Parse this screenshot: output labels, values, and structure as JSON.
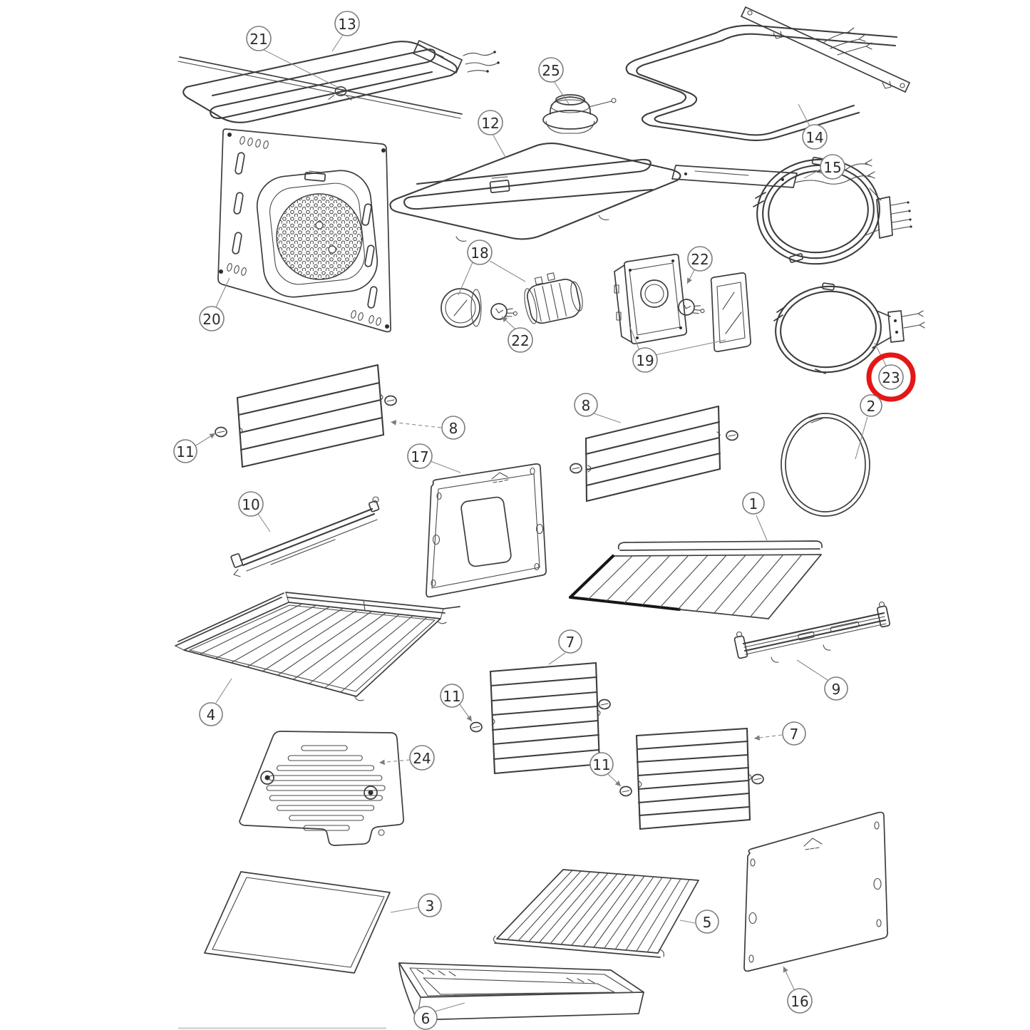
{
  "diagram": {
    "type": "exploded-parts-diagram",
    "subject": "built-in oven spare parts schematic",
    "background_color": "#ffffff",
    "line_color": "#3d3d3d",
    "callout_text_color": "#2b2b2b",
    "highlight_color": "#e51616",
    "highlighted_callout": "23"
  },
  "callouts": [
    {
      "label": "13"
    },
    {
      "label": "21"
    },
    {
      "label": "25"
    },
    {
      "label": "12"
    },
    {
      "label": "14"
    },
    {
      "label": "15"
    },
    {
      "label": "18"
    },
    {
      "label": "22"
    },
    {
      "label": "20"
    },
    {
      "label": "22"
    },
    {
      "label": "19"
    },
    {
      "label": "23"
    },
    {
      "label": "2"
    },
    {
      "label": "8"
    },
    {
      "label": "8"
    },
    {
      "label": "11"
    },
    {
      "label": "17"
    },
    {
      "label": "10"
    },
    {
      "label": "1"
    },
    {
      "label": "7"
    },
    {
      "label": "11"
    },
    {
      "label": "9"
    },
    {
      "label": "4"
    },
    {
      "label": "7"
    },
    {
      "label": "24"
    },
    {
      "label": "11"
    },
    {
      "label": "3"
    },
    {
      "label": "5"
    },
    {
      "label": "16"
    },
    {
      "label": "6"
    }
  ]
}
